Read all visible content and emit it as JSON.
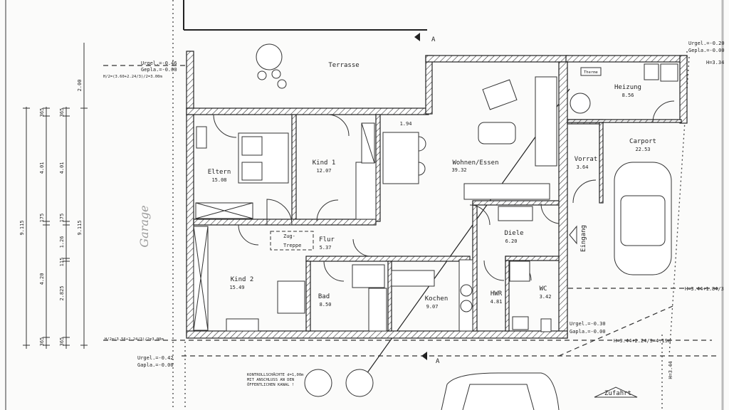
{
  "plan": {
    "rooms": {
      "terrasse": {
        "name": "Terrasse"
      },
      "eltern": {
        "name": "Eltern",
        "area": "15.08"
      },
      "kind1": {
        "name": "Kind 1",
        "area": "12.07"
      },
      "wohnen": {
        "name": "Wohnen/Essen",
        "area": "39.32"
      },
      "heizung": {
        "name": "Heizung",
        "area": "8.56"
      },
      "therme": {
        "name": "Therme"
      },
      "carport": {
        "name": "Carport",
        "area": "22.53"
      },
      "vorrat": {
        "name": "Vorrat",
        "area": "3.64"
      },
      "diele": {
        "name": "Diele",
        "area": "6.20"
      },
      "flur": {
        "name": "Flur",
        "area": "5.37"
      },
      "kind2": {
        "name": "Kind 2",
        "area": "15.49"
      },
      "bad": {
        "name": "Bad",
        "area": "8.50"
      },
      "kochen": {
        "name": "Kochen",
        "area": "9.07"
      },
      "hwr": {
        "name": "HWR",
        "area": "4.81"
      },
      "wc": {
        "name": "WC",
        "area": "3.42"
      }
    },
    "zugtreppe": [
      "Zug-",
      "Treppe"
    ],
    "eingang": "Eingang",
    "zufahrt": "Zufahrt",
    "section_marker": "A",
    "dim_194": "1.94",
    "handwritten_note": "Garage",
    "levels": {
      "top_left": [
        "Urgel.=-0.46",
        "Gepla.=-0.00"
      ],
      "top_left_formula": "H/2=(3.60+2.24/3)/2=3.00m",
      "top_right": [
        "Urgel.=-0.20",
        "Gepla.=-0.00"
      ],
      "top_right_h": "H=3.34",
      "bottom_left_formula": "H/2=(3.56+2.24/3)/2=3.00m",
      "bottom_left": [
        "Urgel.=-0.42",
        "Gapla.=-0.00"
      ],
      "bottom_right": [
        "Urgel.=-0.30",
        "Gapla.=-0.00"
      ],
      "right_mid_h": "H=3.44+1.84/3",
      "bottom_right_h": "H=3.44+2.24/3=4.19m",
      "right_vertical_h": "H=3.44"
    },
    "kontroll_note": [
      "KONTROLLSCHÄCHTE d=1,00m",
      "MIT ANSCHLUSS AN DEN",
      "ÖFFENTLICHEN KANAL !"
    ],
    "dimensions": {
      "col1": [
        "9.115"
      ],
      "col2": [
        "365",
        "4.01",
        "175",
        "4.20",
        "365"
      ],
      "col3": [
        "365",
        "4.01",
        "175",
        "1.26",
        "115",
        "2.825",
        "365"
      ],
      "col4": [
        "2.00",
        "9.115"
      ]
    }
  }
}
